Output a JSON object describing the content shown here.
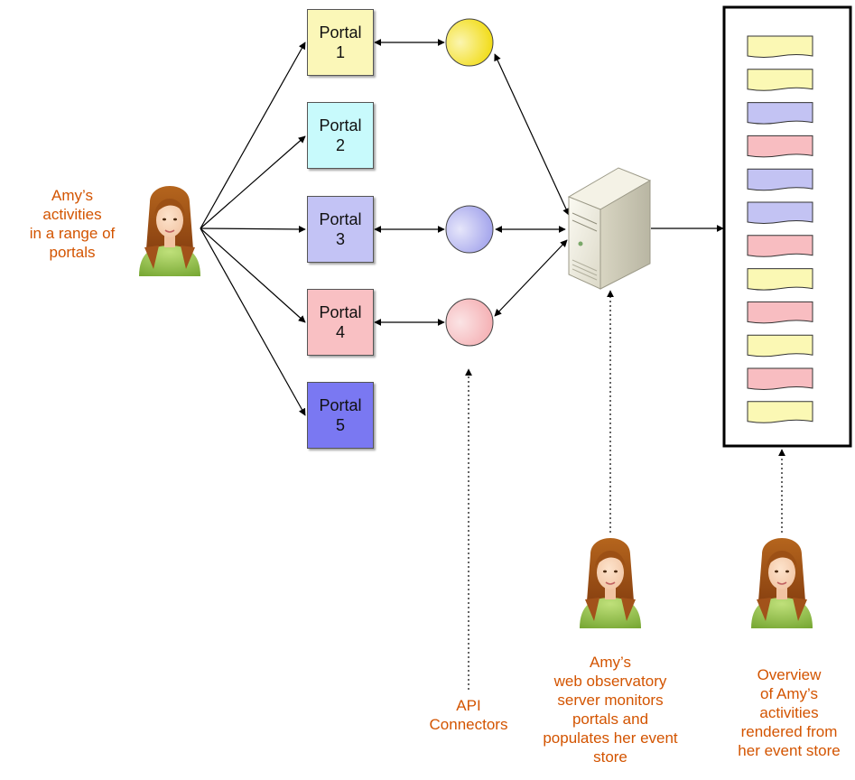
{
  "colors": {
    "caption_text": "#d35400",
    "portal_1": "#fbf7b8",
    "portal_2": "#c8fafc",
    "portal_3": "#c3c3f5",
    "portal_4": "#f9c0c3",
    "portal_5": "#7a78f2",
    "event_yellow": "#fbf8b4",
    "event_blue": "#c3c3f3",
    "event_pink": "#f8bdc1",
    "connector_yellow": "#f2dd1a",
    "connector_blue": "#a5a6ec",
    "connector_pink": "#f5b3b6"
  },
  "portals": [
    {
      "word": "Portal",
      "num": "1"
    },
    {
      "word": "Portal",
      "num": "2"
    },
    {
      "word": "Portal",
      "num": "3"
    },
    {
      "word": "Portal",
      "num": "4"
    },
    {
      "word": "Portal",
      "num": "5"
    }
  ],
  "connectors": [
    {
      "portal": "1",
      "color": "yellow"
    },
    {
      "portal": "3",
      "color": "blue"
    },
    {
      "portal": "4",
      "color": "pink"
    }
  ],
  "event_store": [
    "yellow",
    "yellow",
    "blue",
    "pink",
    "blue",
    "blue",
    "pink",
    "yellow",
    "pink",
    "yellow",
    "pink",
    "yellow"
  ],
  "captions": {
    "activities": [
      "Amy’s",
      "activities",
      "in a range of",
      "portals"
    ],
    "connectors": [
      "API",
      "Connectors"
    ],
    "server": [
      "Amy’s",
      "web observatory",
      "server monitors",
      "portals and",
      "populates her event",
      "store"
    ],
    "overview": [
      "Overview",
      "of Amy’s",
      "activities",
      "rendered from",
      "her event store"
    ]
  },
  "icons": {
    "person": "person-avatar-icon",
    "server": "server-tower-icon",
    "connector": "api-connector-icon"
  }
}
